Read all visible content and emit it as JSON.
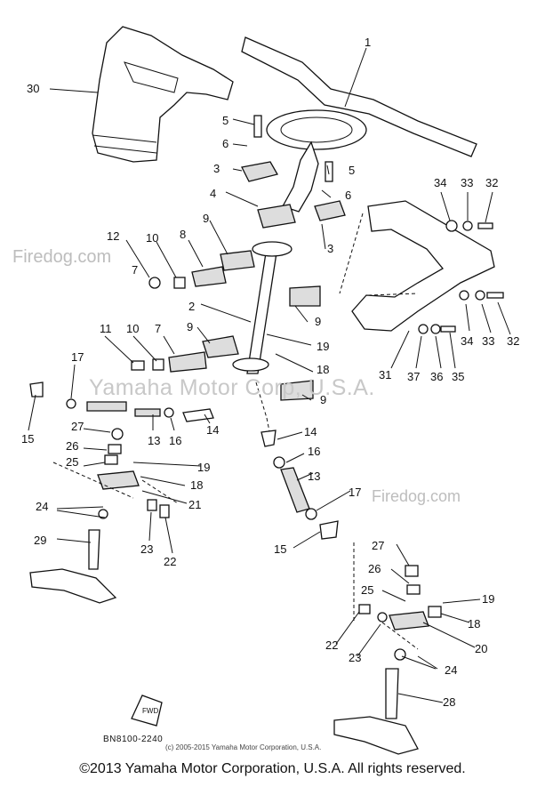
{
  "watermarks": {
    "firedog_label": "Firedog.com",
    "center_text": "Yamaha Motor Corp, U.S.A."
  },
  "small_copyright": "(c) 2005-2015 Yamaha Motor Corporation, U.S.A.",
  "drawing_code": "BN8100-2240",
  "front_marker": "FWD",
  "footer": "©2013 Yamaha Motor Corporation, U.S.A. All rights reserved.",
  "callouts": [
    "1",
    "2",
    "3",
    "3",
    "4",
    "5",
    "5",
    "6",
    "6",
    "7",
    "7",
    "8",
    "9",
    "9",
    "9",
    "9",
    "10",
    "10",
    "11",
    "12",
    "13",
    "13",
    "14",
    "14",
    "15",
    "15",
    "16",
    "16",
    "17",
    "17",
    "18",
    "18",
    "18",
    "19",
    "19",
    "19",
    "20",
    "21",
    "22",
    "22",
    "23",
    "23",
    "24",
    "24",
    "25",
    "25",
    "26",
    "26",
    "27",
    "27",
    "28",
    "29",
    "30",
    "31",
    "32",
    "32",
    "33",
    "33",
    "34",
    "34",
    "35",
    "36",
    "37"
  ],
  "colors": {
    "line": "#111111",
    "watermark": "#bdbdbd",
    "background": "#ffffff"
  }
}
